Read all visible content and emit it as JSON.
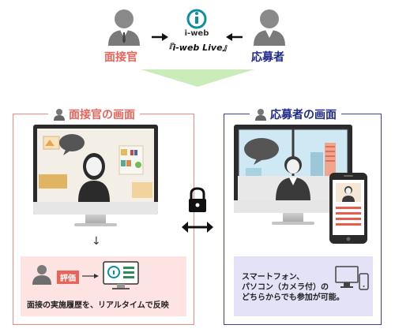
{
  "top": {
    "interviewer_label": "面接官",
    "applicant_label": "応募者",
    "logo_text": "i-web",
    "service_name": "『i-web Live』"
  },
  "left_panel": {
    "title": "面接官の画面",
    "badge": "評価",
    "caption": "面接の実施履歴を、リアルタイムで反映",
    "arrow": "↓"
  },
  "right_panel": {
    "title": "応募者の画面",
    "caption_lines": [
      "スマートフォン、",
      "パソコン（カメラ付）の",
      "どちらからでも参加が可能。"
    ]
  },
  "colors": {
    "interviewer_red": "#e8645a",
    "applicant_blue": "#1f2a8c",
    "logo_teal": "#0b8fa3",
    "arrow_green": "#c9ecb8",
    "pink_box": "#fde3e1",
    "lavender_box": "#e3e2f7"
  },
  "icons": [
    "person-icon",
    "arrow-right-icon",
    "arrow-left-icon",
    "lock-icon",
    "double-arrow-icon",
    "pc-icon",
    "smartphone-icon"
  ]
}
